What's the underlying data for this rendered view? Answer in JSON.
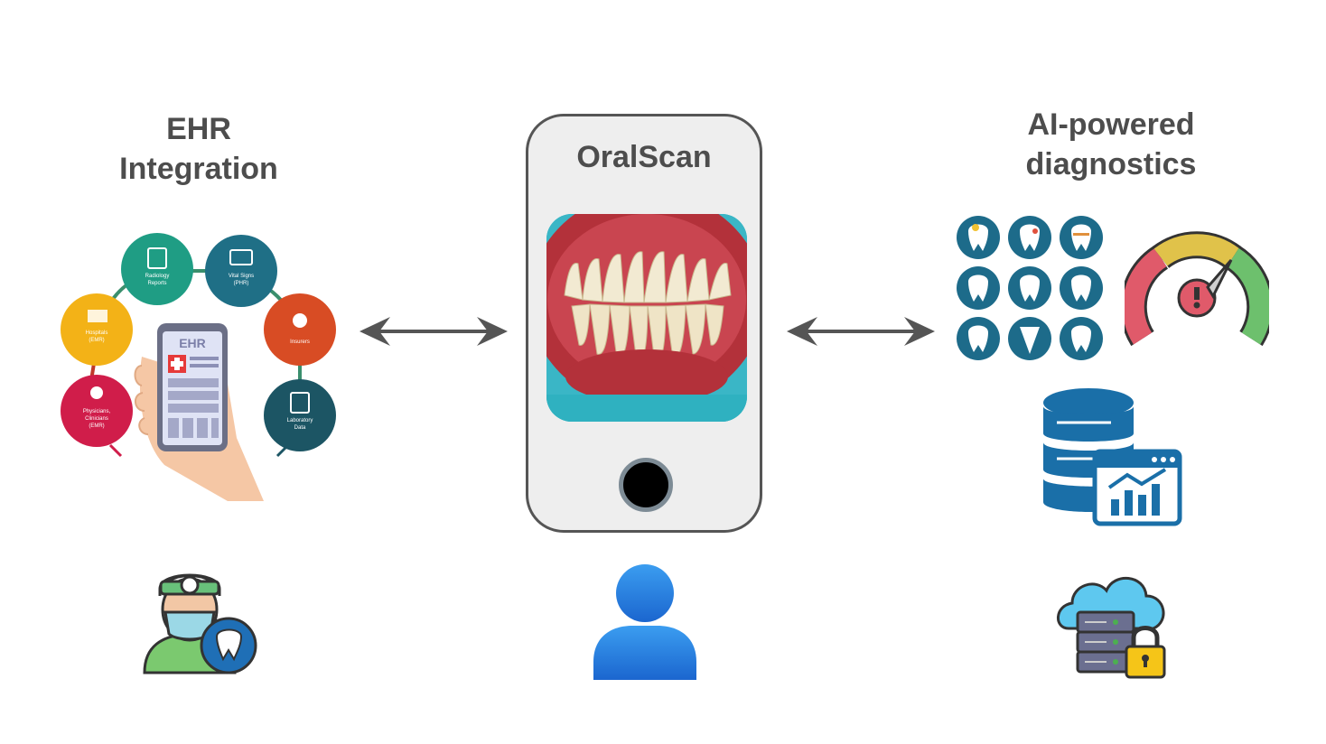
{
  "ehr": {
    "title": "EHR\nIntegration",
    "phone_label": "EHR",
    "bubbles": [
      {
        "label": "Radiology Reports",
        "color": "#1f9d84"
      },
      {
        "label": "Vital Signs (PHR)",
        "color": "#1f6f86"
      },
      {
        "label": "Insurers",
        "color": "#d84c24"
      },
      {
        "label": "Laboratory Data",
        "color": "#1c5564"
      },
      {
        "label": "Physicians, Clinicians (EMR)",
        "color": "#d01d4a"
      },
      {
        "label": "Hospitals (EMR)",
        "color": "#f3b217"
      }
    ]
  },
  "app": {
    "title": "OralScan"
  },
  "ai": {
    "title": "AI-powered\ndiagnostics"
  },
  "colors": {
    "text": "#4d4d4d",
    "arrow": "#555555",
    "tooth_circle": "#1d6b8a",
    "database": "#1a6fa8",
    "user": "#1f7fe0"
  },
  "icons": [
    "ehr-bubbles-icon",
    "dentist-icon",
    "teeth-photo",
    "user-icon",
    "teeth-grid-icon",
    "risk-gauge-icon",
    "database-analytics-icon",
    "cloud-server-lock-icon"
  ]
}
